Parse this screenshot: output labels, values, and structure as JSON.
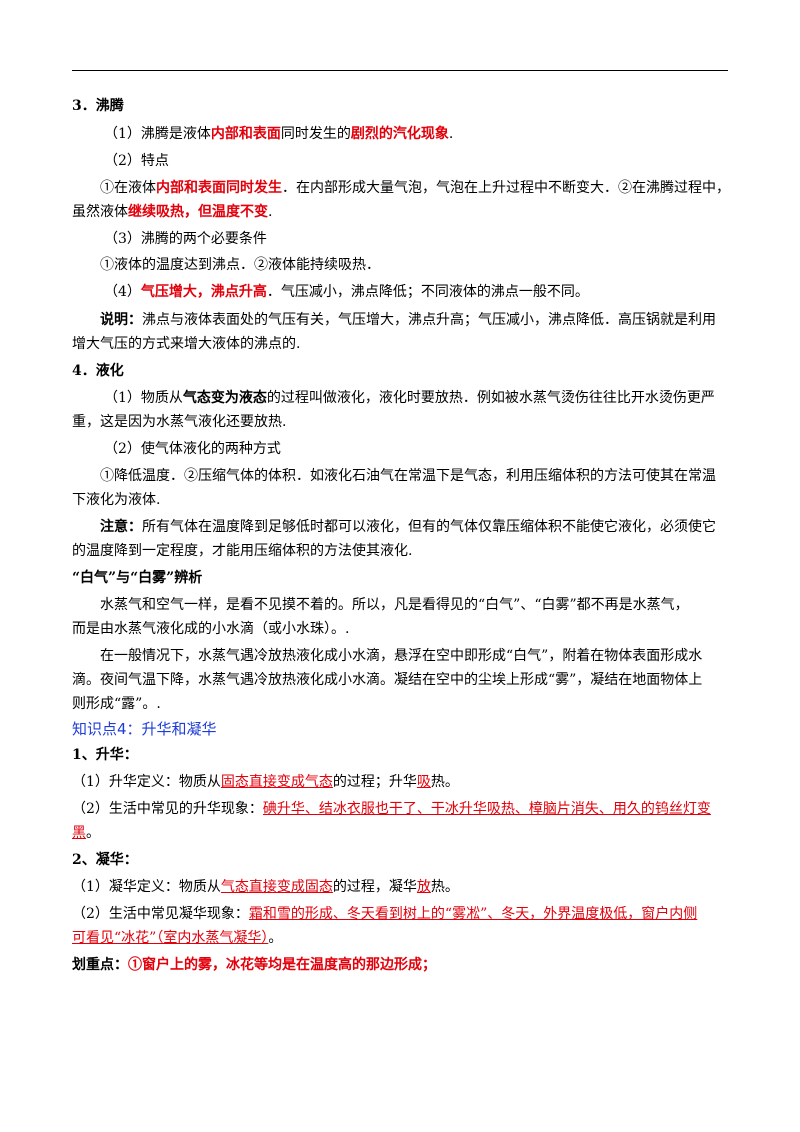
{
  "section3": {
    "heading": "3．沸腾",
    "p1": {
      "a": "（1）沸腾是液体",
      "b": "内部和表面",
      "c": "同时发生的",
      "d": "剧烈的汽化现象",
      "e": "."
    },
    "p2": "（2）特点",
    "p3": {
      "a": "①在液体",
      "b": "内部和表面同时发生",
      "c": "．在内部形成大量气泡，气泡在上升过程中不断变大．②在沸腾过程中，",
      "d": "虽然液体",
      "e": "继续吸热，但温度不变",
      "f": "."
    },
    "p4": "（3）沸腾的两个必要条件",
    "p5": "①液体的温度达到沸点．②液体能持续吸热．",
    "p6": {
      "a": "（4）",
      "b": "气压增大，沸点升高",
      "c": "．气压减小，沸点降低；不同液体的沸点一般不同。"
    },
    "note": {
      "label": "说明：",
      "line1": "沸点与液体表面处的气压有关，气压增大，沸点升高；气压减小，沸点降低．高压锅就是利用",
      "line2": "增大气压的方式来增大液体的沸点的."
    }
  },
  "section4": {
    "heading": "4．液化",
    "p1": {
      "a": "（1）物质从",
      "b": "气态变为液态",
      "c": "的过程叫做液化，液化时要放热．例如被水蒸气烫伤往往比开水烫伤更严",
      "d": "重，这是因为水蒸气液化还要放热."
    },
    "p2": "（2）使气体液化的两种方式",
    "p3": {
      "line1": "①降低温度．②压缩气体的体积．如液化石油气在常温下是气态，利用压缩体积的方法可使其在常温",
      "line2": "下液化为液体."
    },
    "note": {
      "label": "注意：",
      "line1": "所有气体在温度降到足够低时都可以液化，但有的气体仅靠压缩体积不能使它液化，必须使它",
      "line2": "的温度降到一定程度，才能用压缩体积的方法使其液化."
    },
    "bq_heading": "“白气”与“白雾”辨析",
    "bq_p1": {
      "line1": "水蒸气和空气一样，是看不见摸不着的。所以，凡是看得见的“白气”、“白雾”都不再是水蒸气，",
      "line2": "而是由水蒸气液化成的小水滴（或小水珠）。."
    },
    "bq_p2": {
      "line1": "在一般情况下，水蒸气遇冷放热液化成小水滴，悬浮在空中即形成“白气”，附着在物体表面形成水",
      "line2": "滴。夜间气温下降，水蒸气遇冷放热液化成小水滴。凝结在空中的尘埃上形成“雾”，凝结在地面物体上",
      "line3": "则形成“露”。."
    }
  },
  "kp4": {
    "title": "知识点4：升华和凝华",
    "sub1": "1、升华：",
    "s1p1": {
      "a": "（1）升华定义：物质从",
      "b": "固态直接变成气态",
      "c": "的过程；升华",
      "d": "吸",
      "e": "热。"
    },
    "s1p2": {
      "a": "（2）生活中常见的升华现象：",
      "b": "碘升华、结冰衣服也干了、干冰升华吸热、樟脑片消失、用久的钨丝灯变",
      "c": "黑",
      "d": "。"
    },
    "sub2": "2、凝华：",
    "s2p1": {
      "a": "（1）凝华定义：物质从",
      "b": "气态直接变成固态",
      "c": "的过程，凝华",
      "d": "放",
      "e": "热。"
    },
    "s2p2": {
      "a": "（2）生活中常见凝华现象：",
      "b": "霜和雪的形成、冬天看到树上的“雾凇”、冬天，外界温度极低，窗户内侧",
      "c": "可看见“冰花”（室内水蒸气凝华）",
      "d": "。"
    },
    "key": {
      "label": "划重点：",
      "text": "①窗户上的雾，冰花等均是在温度高的那边形成；"
    }
  }
}
